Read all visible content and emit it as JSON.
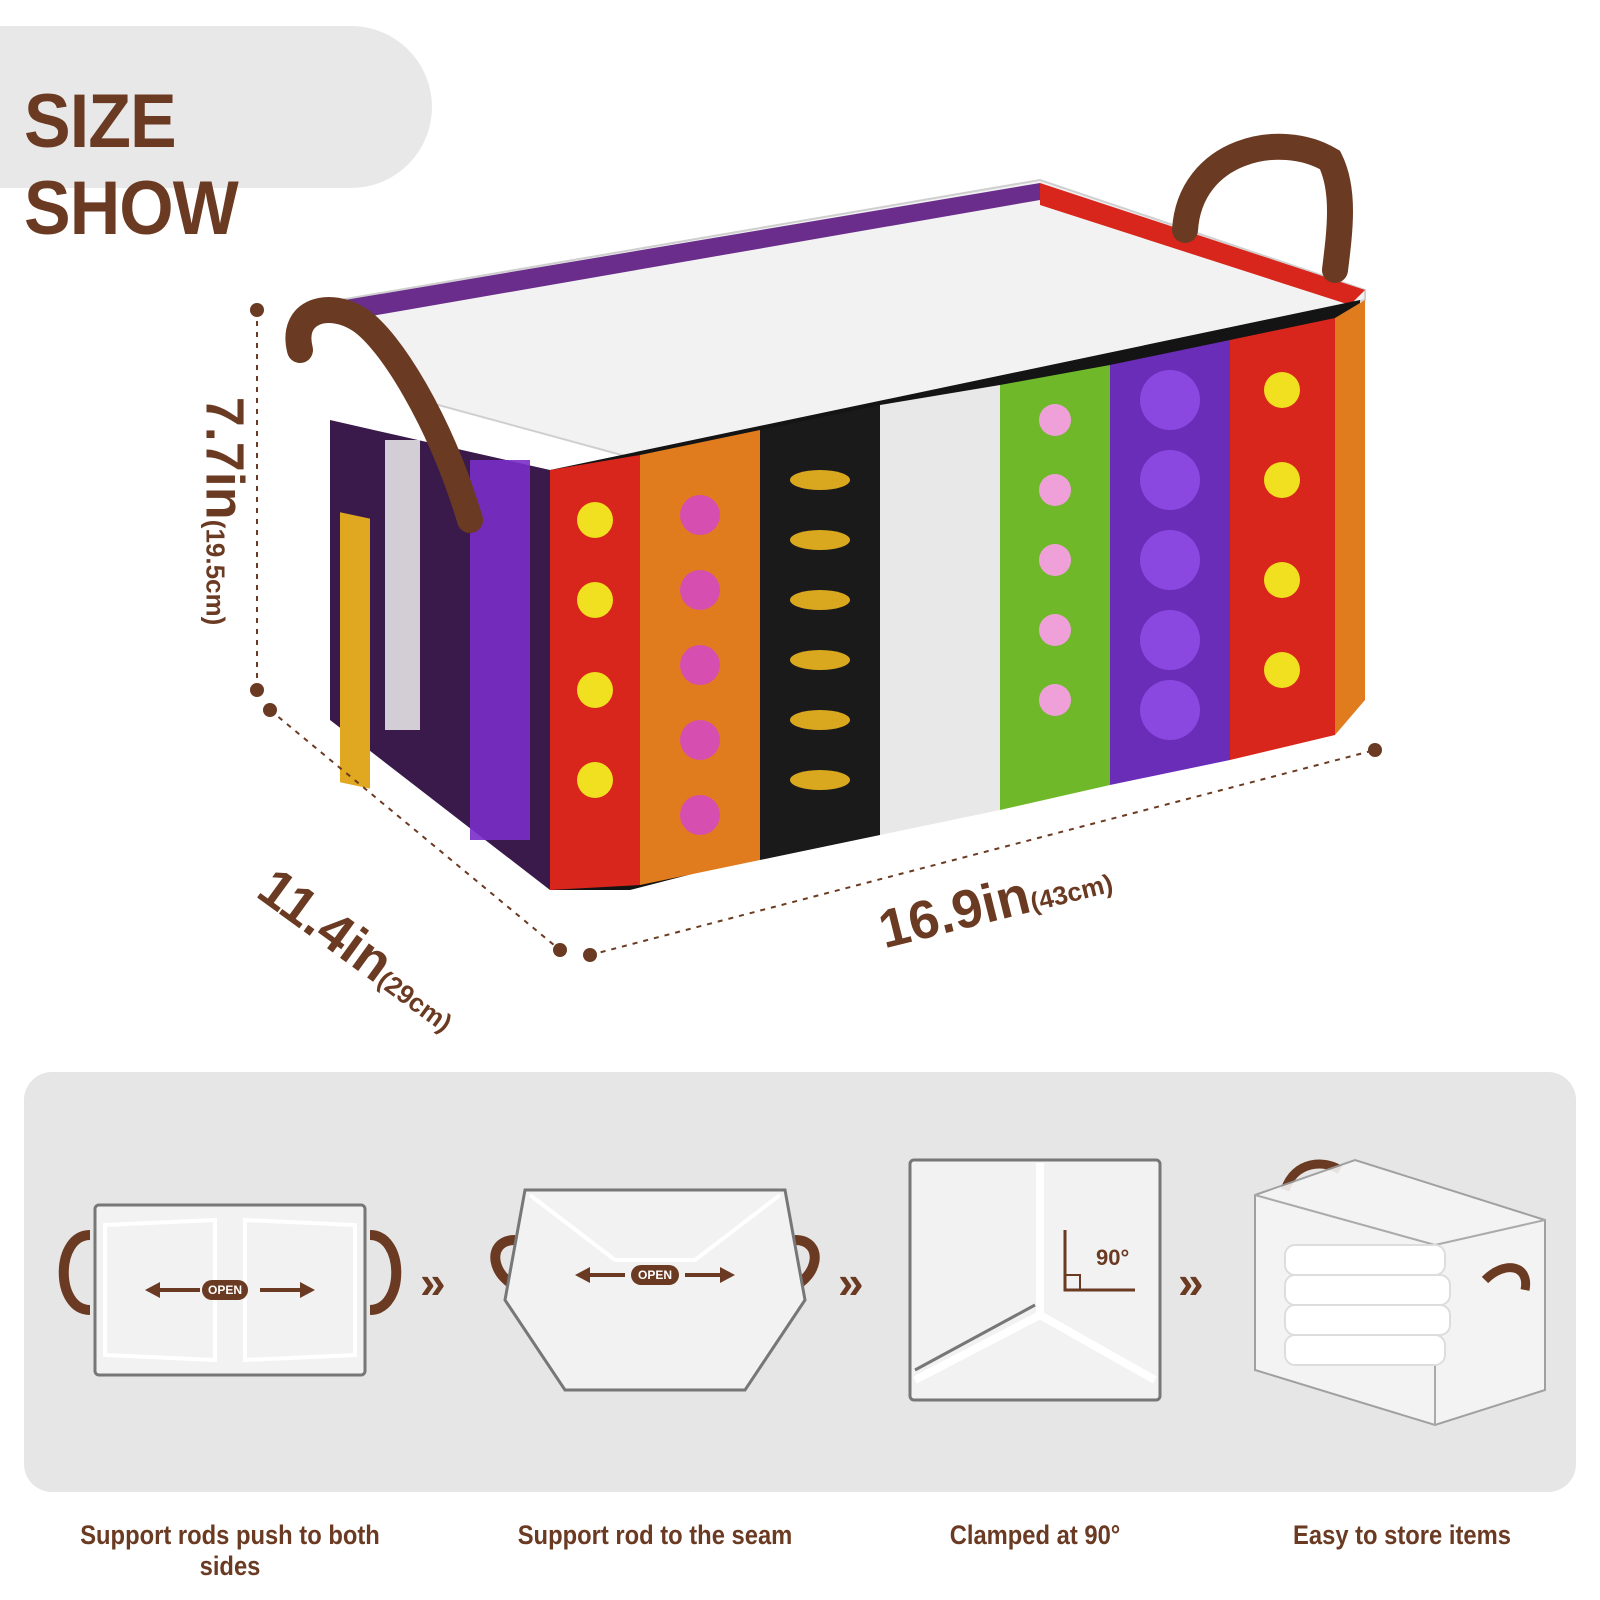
{
  "banner": {
    "title": "SIZE SHOW"
  },
  "dimensions": {
    "height": {
      "value": "7.7in",
      "metric": "(19.5cm)"
    },
    "depth": {
      "value": "11.4in",
      "metric": "(29cm)"
    },
    "width": {
      "value": "16.9in",
      "metric": "(43cm)"
    }
  },
  "steps": [
    {
      "caption": "Support rods push to both sides",
      "badge": "OPEN"
    },
    {
      "caption": "Support rod to the seam",
      "badge": "OPEN"
    },
    {
      "caption": "Clamped at 90°",
      "badge": "90°"
    },
    {
      "caption": "Easy to store items"
    }
  ],
  "colors": {
    "accent": "#6b3a22",
    "panel": "#e6e6e6",
    "banner": "#e8e8e8"
  }
}
